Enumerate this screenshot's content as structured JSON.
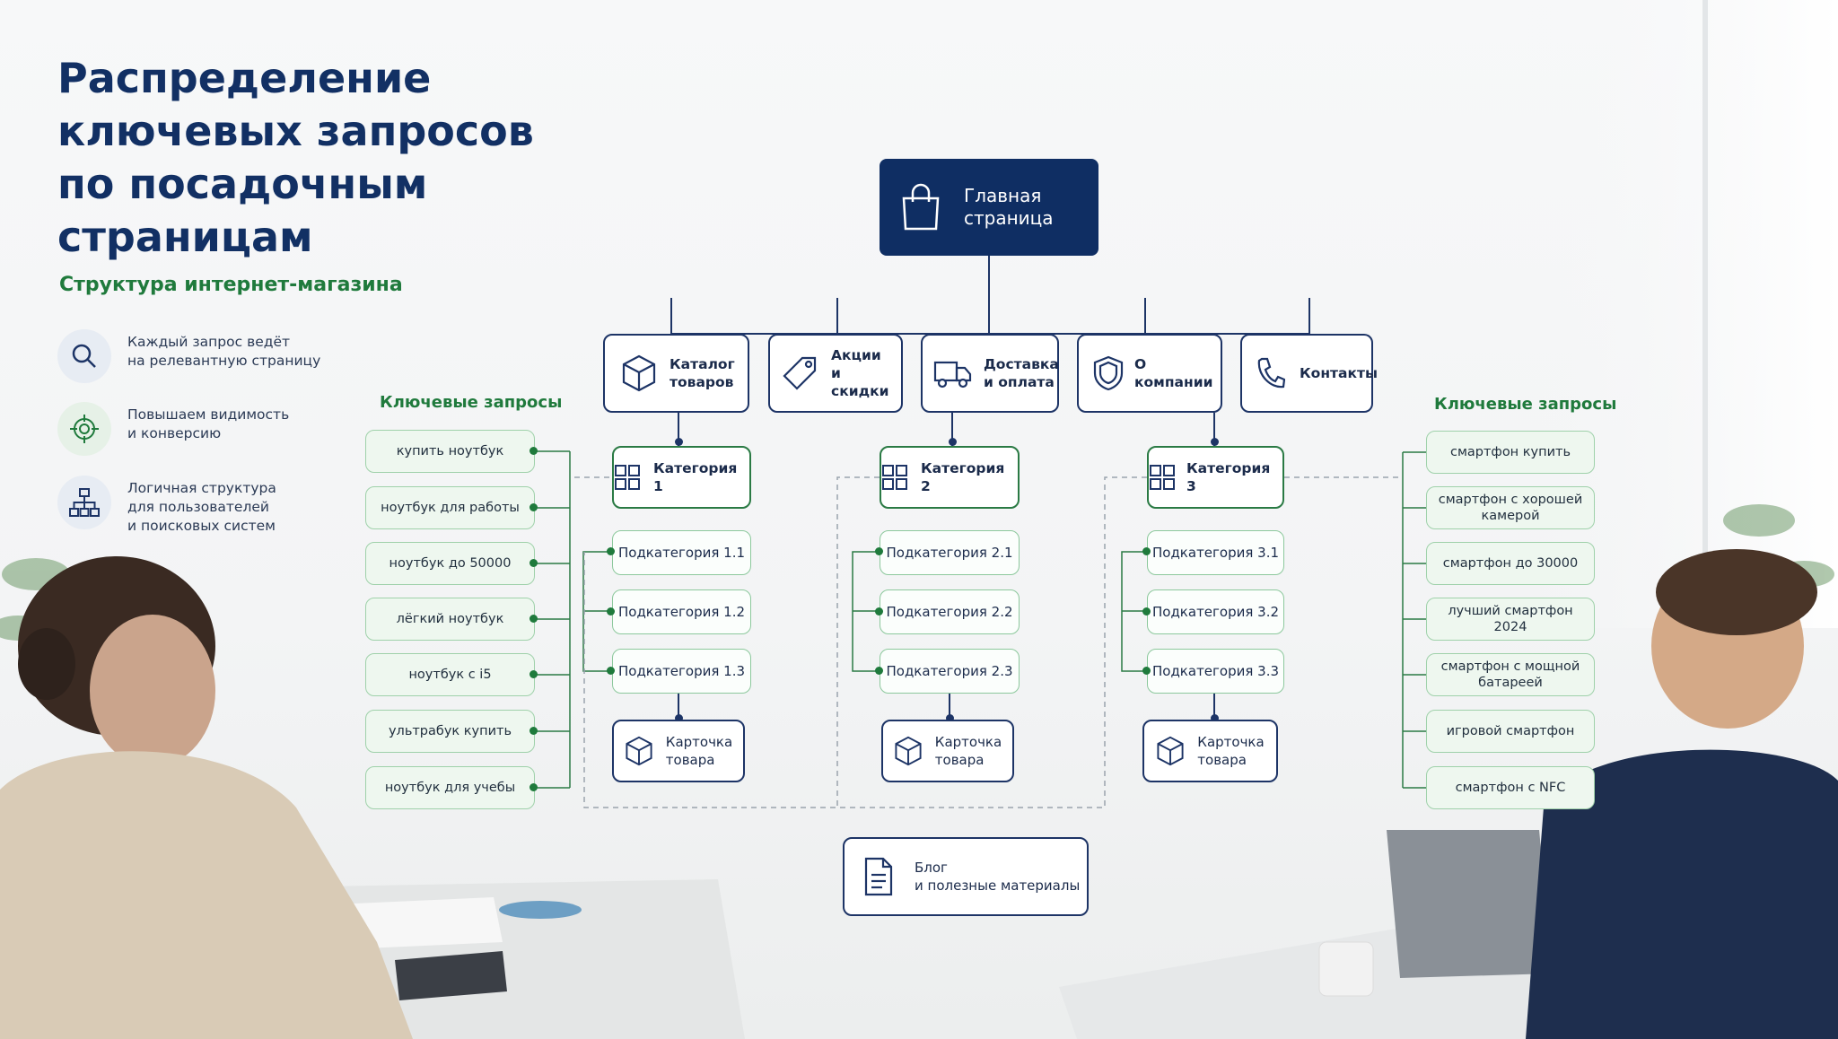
{
  "title": "Распределение ключевых запросов по посадочным страницам",
  "subtitle": "Структура интернет-магазина",
  "features": [
    {
      "icon": "search-icon",
      "text": "Каждый запрос ведёт\nна релевантную страницу"
    },
    {
      "icon": "target-icon",
      "text": "Повышаем видимость\nи конверсию"
    },
    {
      "icon": "sitemap-icon",
      "text": "Логичная структура\nдля пользователей\nи поисковых систем"
    }
  ],
  "root": {
    "label": "Главная\nстраница",
    "icon": "shopping-bag-icon"
  },
  "sections": [
    {
      "label": "Каталог\nтоваров",
      "icon": "box-icon"
    },
    {
      "label": "Акции\nи скидки",
      "icon": "tag-icon"
    },
    {
      "label": "Доставка\nи оплата",
      "icon": "truck-icon"
    },
    {
      "label": "О компании",
      "icon": "shield-icon"
    },
    {
      "label": "Контакты",
      "icon": "phone-icon"
    }
  ],
  "categories": [
    {
      "label": "Категория 1",
      "subs": [
        "Подкатегория 1.1",
        "Подкатегория 1.2",
        "Подкатегория 1.3"
      ],
      "card": "Карточка\nтовара"
    },
    {
      "label": "Категория 2",
      "subs": [
        "Подкатегория 2.1",
        "Подкатегория 2.2",
        "Подкатегория 2.3"
      ],
      "card": "Карточка\nтовара"
    },
    {
      "label": "Категория 3",
      "subs": [
        "Подкатегория 3.1",
        "Подкатегория 3.2",
        "Подкатегория 3.3"
      ],
      "card": "Карточка\nтовара"
    }
  ],
  "keywords_left": {
    "title": "Ключевые запросы",
    "items": [
      "купить ноутбук",
      "ноутбук для работы",
      "ноутбук до 50000",
      "лёгкий ноутбук",
      "ноутбук с i5",
      "ультрабук купить",
      "ноутбук для учебы"
    ]
  },
  "keywords_right": {
    "title": "Ключевые запросы",
    "items": [
      "смартфон купить",
      "смартфон с хорошей\nкамерой",
      "смартфон до 30000",
      "лучший смартфон\n2024",
      "смартфон с мощной\nбатареей",
      "игровой смартфон",
      "смартфон с NFC"
    ]
  },
  "blog": {
    "label": "Блог\nи полезные материалы",
    "icon": "document-icon"
  },
  "colors": {
    "navy": "#0f2e63",
    "green": "#1f7a3c",
    "light_green": "#eef7ef"
  }
}
